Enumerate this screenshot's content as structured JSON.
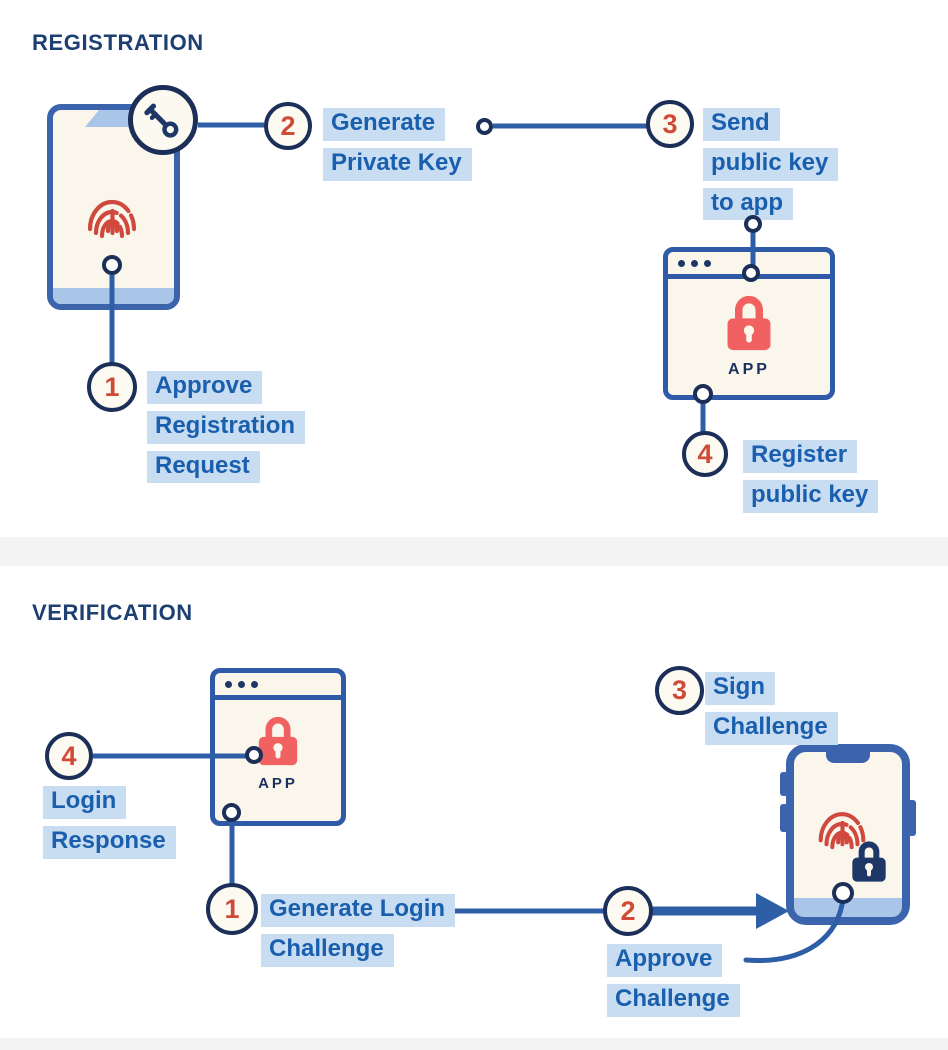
{
  "palette": {
    "background": "#ffffff",
    "divider_band": "#f4f4f5",
    "section_title_navy": "#1e3f72",
    "label_text_blue": "#1a5fae",
    "label_highlight_blue": "#c8ddf1",
    "step_number_red": "#cf4a37",
    "circle_border_navy": "#1b2f58",
    "connector_line_blue": "#2e5ea6",
    "device_border_blue": "#3b64ad",
    "screen_cream": "#faf6eb",
    "device_accent_light_blue": "#a9c6e8",
    "lock_red": "#f26161",
    "fingerprint_red": "#d0493e",
    "icon_navy": "#1d3766"
  },
  "icons": {
    "key": "key-icon",
    "app_lock": "padlock-icon",
    "phone_fingerprint": "fingerprint-icon",
    "phone_small_lock": "small-padlock-icon",
    "window_dots": "window-control-dots"
  },
  "registration": {
    "title": "REGISTRATION",
    "app_label": "APP",
    "steps": [
      {
        "num": "1",
        "lines": [
          "Approve",
          "Registration",
          "Request"
        ]
      },
      {
        "num": "2",
        "lines": [
          "Generate",
          "Private Key"
        ]
      },
      {
        "num": "3",
        "lines": [
          "Send",
          "public key",
          "to app"
        ]
      },
      {
        "num": "4",
        "lines": [
          "Register",
          "public key"
        ]
      }
    ]
  },
  "verification": {
    "title": "VERIFICATION",
    "app_label": "APP",
    "steps": [
      {
        "num": "1",
        "lines": [
          "Generate Login",
          "Challenge"
        ]
      },
      {
        "num": "2",
        "lines": [
          "Approve",
          "Challenge"
        ]
      },
      {
        "num": "3",
        "lines": [
          "Sign",
          "Challenge"
        ]
      },
      {
        "num": "4",
        "lines": [
          "Login",
          "Response"
        ]
      }
    ]
  }
}
